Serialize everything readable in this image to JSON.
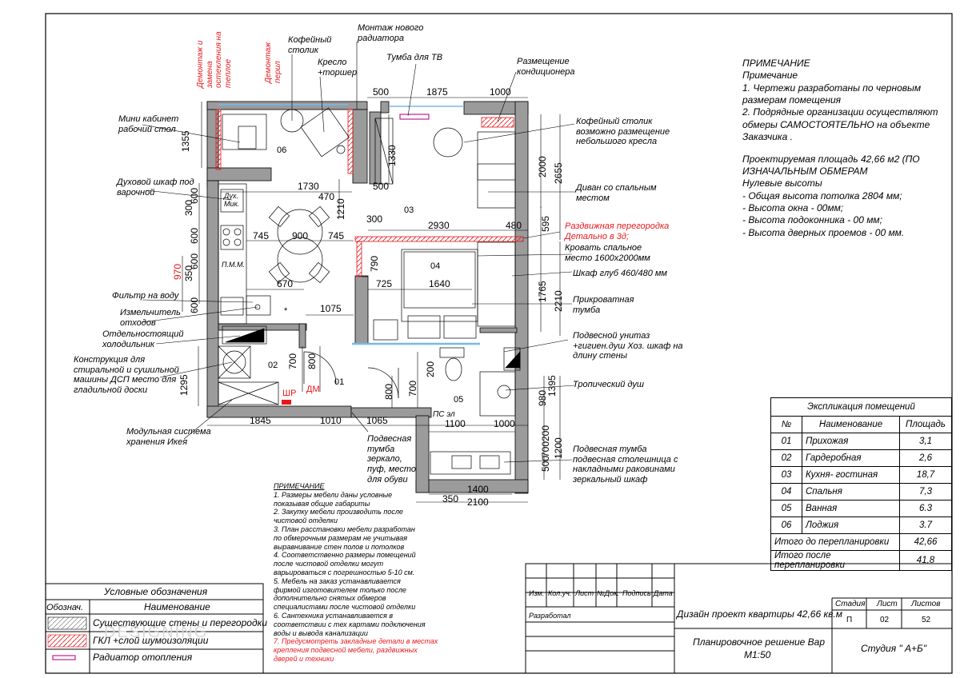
{
  "plan": {
    "notes_small_title": "ПРИМЕЧАНИЕ",
    "notes_small": [
      "1. Размеры мебели даны условные",
      "показывая общие габариты",
      "2. Закупку мебели производить после",
      "чистовой отделки",
      "3. План расстановки мебели разработан",
      "по обмерочным размерам не учитывая",
      "выравнивание стен полов и потолков",
      "4. Соответственно размеры помещений",
      "после чистовой отделки могут",
      "варьироваться с погрешностью 5-10 см.",
      "5. Мебель на заказ устанавливается",
      "фирмой изготовителем только после",
      "дополнительно снятых обмеров",
      "специалистами после чистовой отделки",
      "6. Сантехника устанавливается в",
      "соответствии с тех картами подключения",
      "воды и вывода канализации"
    ],
    "notes_small_red": [
      "7. Предусмотреть закладные детали в местах",
      "крепления подвесной мебели, раздвижных",
      "дверей и техники"
    ],
    "labels": {
      "demontazh_zamena": "Демонтаж и замена остекления на теплое",
      "demontazh_peril": "Демонтаж перил",
      "kofeyny_stolik": "Кофейный столик",
      "kreslo": "Кресло +торшер",
      "montazh_radiatora": "Монтаж нового радиатора",
      "tumba_tv": "Тумба для ТВ",
      "razmeschenie_kond": "Размещение кондиционера",
      "mini_kabinet": "Мини кабинет рабочий стол",
      "dukhovoy_shkaf": "Духовой шкаф под варочной",
      "filtr": "Фильтр на воду",
      "izmelchitel": "Измельчитель отходов",
      "holodilnik": "Отдельностоящий холодильник",
      "konstrukciya": "Конструкция для стиральной и сушильной машины ДСП место для гладильной доски",
      "modulnaya": "Модульная система хранения Икея",
      "podvesnaya_tumba": "Подвесная тумба зеркало, пуф, место для обуви",
      "kofeyny_stolik2": "Кофейный столик возможно размещение небольшого кресла",
      "divan": "Диван со спальным местом",
      "razdvizhnaya": "Раздвижная перегородка Детально в 3д;",
      "krovat": "Кровать спальное место 1600х2000мм",
      "shkaf_glub": "Шкаф глуб 460/480 мм",
      "prikrovatnaya": "Прикроватная тумба",
      "unitaz": "Подвесной унитаз +гигиен.душ Хоз. шкаф на длину стены",
      "tropicheskiy": "Тропический душ",
      "podvesnaya_tumba2": "Подвесная тумба подвесная столешница с накладными раковинами зеркальный шкаф",
      "dukh_mik": "Дух. Мик.",
      "pmm": "П.М.М.",
      "shr": "ШР",
      "dm": "ДМ",
      "ps_el": "ПС эл",
      "star": "*"
    },
    "rooms": [
      "01",
      "02",
      "03",
      "04",
      "05",
      "06"
    ],
    "dims": {
      "d500a": "500",
      "d1875": "1875",
      "d1000a": "1000",
      "d1355": "1355",
      "d1330": "1330",
      "d2000": "2000",
      "d2655": "2655",
      "d1730": "1730",
      "d470": "470",
      "d500b": "500",
      "d1210": "1210",
      "d600a": "600",
      "d300a": "300",
      "d600b": "600",
      "d970": "970",
      "d350": "350",
      "d600c": "600",
      "d600d": "600",
      "d745a": "745",
      "d900": "900",
      "d745b": "745",
      "d300b": "300",
      "d2930": "2930",
      "d480": "480",
      "d595": "595",
      "d790": "790",
      "d725": "725",
      "d1640": "1640",
      "d1765": "1765",
      "d2210": "2210",
      "d670": "670",
      "d1075": "1075",
      "d700a": "700",
      "d800a": "800",
      "d1295": "1295",
      "d200": "200",
      "d800b": "800",
      "d700b": "700",
      "d1395": "1395",
      "d980": "980",
      "d1845": "1845",
      "d1010": "1010",
      "d1065": "1065",
      "d1100": "1100",
      "d1000b": "1000",
      "d200b": "200",
      "d700c": "700",
      "d500c": "500",
      "d1200": "1200",
      "d1400": "1400",
      "d350b": "350",
      "d2100": "2100"
    }
  },
  "general_notes": {
    "title": "ПРИМЕЧАНИЕ",
    "subtitle": "Примечание",
    "lines": [
      "1.   Чертежи разработаны по черновым",
      "размерам помещения",
      "2.   Подрядные организации осуществляют",
      "обмеры САМОСТОЯТЕЛЬНО на объекте",
      "Заказчика ."
    ],
    "area_line1": "Проектируемая площадь 42,66 м2 (ПО",
    "area_line2": "ИЗНАЧАЛЬНЫМ ОБМЕРАМ",
    "zero_title": "Нулевые высоты",
    "zero_items": [
      "-      Общая высота потолка  2804 мм;",
      "-      Высота окна -  00мм;",
      "-      Высота подоконника - 00 мм;",
      "-      Высота дверных проемов  - 00 мм."
    ]
  },
  "explication": {
    "title": "Экспликация помещений",
    "headers": [
      "№",
      "Наименование",
      "Площадь"
    ],
    "rows": [
      {
        "n": "01",
        "name": "Прихожая",
        "area": "3,1"
      },
      {
        "n": "02",
        "name": "Гардеробная",
        "area": "2,6"
      },
      {
        "n": "03",
        "name": "Кухня- гостиная",
        "area": "18,7"
      },
      {
        "n": "04",
        "name": "Спальня",
        "area": "7,3"
      },
      {
        "n": "05",
        "name": "Ванная",
        "area": "6.3"
      },
      {
        "n": "06",
        "name": "Лоджия",
        "area": "3.7"
      }
    ],
    "total_before_label": "Итого до перепланировки",
    "total_before": "42,66",
    "total_after_label": "Итого после перепланировки",
    "total_after": "41,8"
  },
  "legend": {
    "title": "Условные обозначения",
    "col1": "Обознач.",
    "col2": "Наименование",
    "items": [
      "Существующие стены и перегородки",
      "ГКЛ +слой шумоизоляции",
      "Радиатор отопления"
    ]
  },
  "title_block": {
    "cols": [
      "Изм.",
      "Кол.уч.",
      "Лист",
      "№Док.",
      "Подпись",
      "Дата"
    ],
    "developer": "Разработал",
    "project": "Дизайн проект квартиры 42,66 кв.м",
    "stage_label": "Стадия",
    "sheet_label": "Лист",
    "sheets_label": "Листов",
    "stage": "П",
    "sheet": "02",
    "sheets": "52",
    "drawing_title": "Планировочное решение Вар",
    "scale": "М1:50",
    "studio": "Студия \" А+Б\""
  },
  "watermark": "DESIGNING",
  "colors": {
    "accent_red": "#e8171b",
    "wall_gray": "#9b9b9b",
    "radiator": "#c02090",
    "glass": "#7ab8e6"
  }
}
